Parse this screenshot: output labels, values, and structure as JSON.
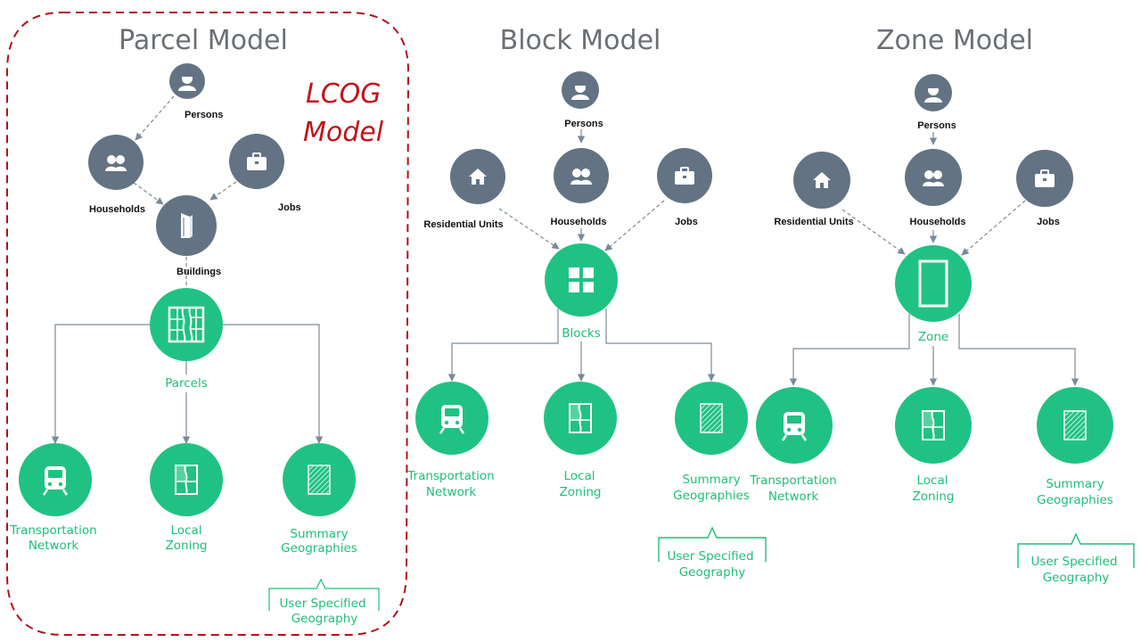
{
  "annotation": {
    "line1": "LCOG",
    "line2": "Model"
  },
  "models": [
    {
      "title": "Parcel Model",
      "nodes": {
        "persons": "Persons",
        "households": "Households",
        "jobs": "Jobs",
        "buildings": "Buildings",
        "center": "Parcels",
        "transport": [
          "Transportation",
          "Network"
        ],
        "zoning": [
          "Local",
          "Zoning"
        ],
        "summary": [
          "Summary",
          "Geographies"
        ],
        "user": [
          "User Specified",
          "Geography"
        ]
      }
    },
    {
      "title": "Block Model",
      "nodes": {
        "persons": "Persons",
        "residential": "Residential Units",
        "households": "Households",
        "jobs": "Jobs",
        "center": "Blocks",
        "transport": [
          "Transportation",
          "Network"
        ],
        "zoning": [
          "Local",
          "Zoning"
        ],
        "summary": [
          "Summary",
          "Geographies"
        ],
        "user": [
          "User Specified",
          "Geography"
        ]
      }
    },
    {
      "title": "Zone Model",
      "nodes": {
        "persons": "Persons",
        "residential": "Residential Units",
        "households": "Households",
        "jobs": "Jobs",
        "center": "Zone",
        "transport": [
          "Transportation",
          "Network"
        ],
        "zoning": [
          "Local",
          "Zoning"
        ],
        "summary": [
          "Summary",
          "Geographies"
        ],
        "user": [
          "User Specified",
          "Geography"
        ]
      }
    }
  ]
}
